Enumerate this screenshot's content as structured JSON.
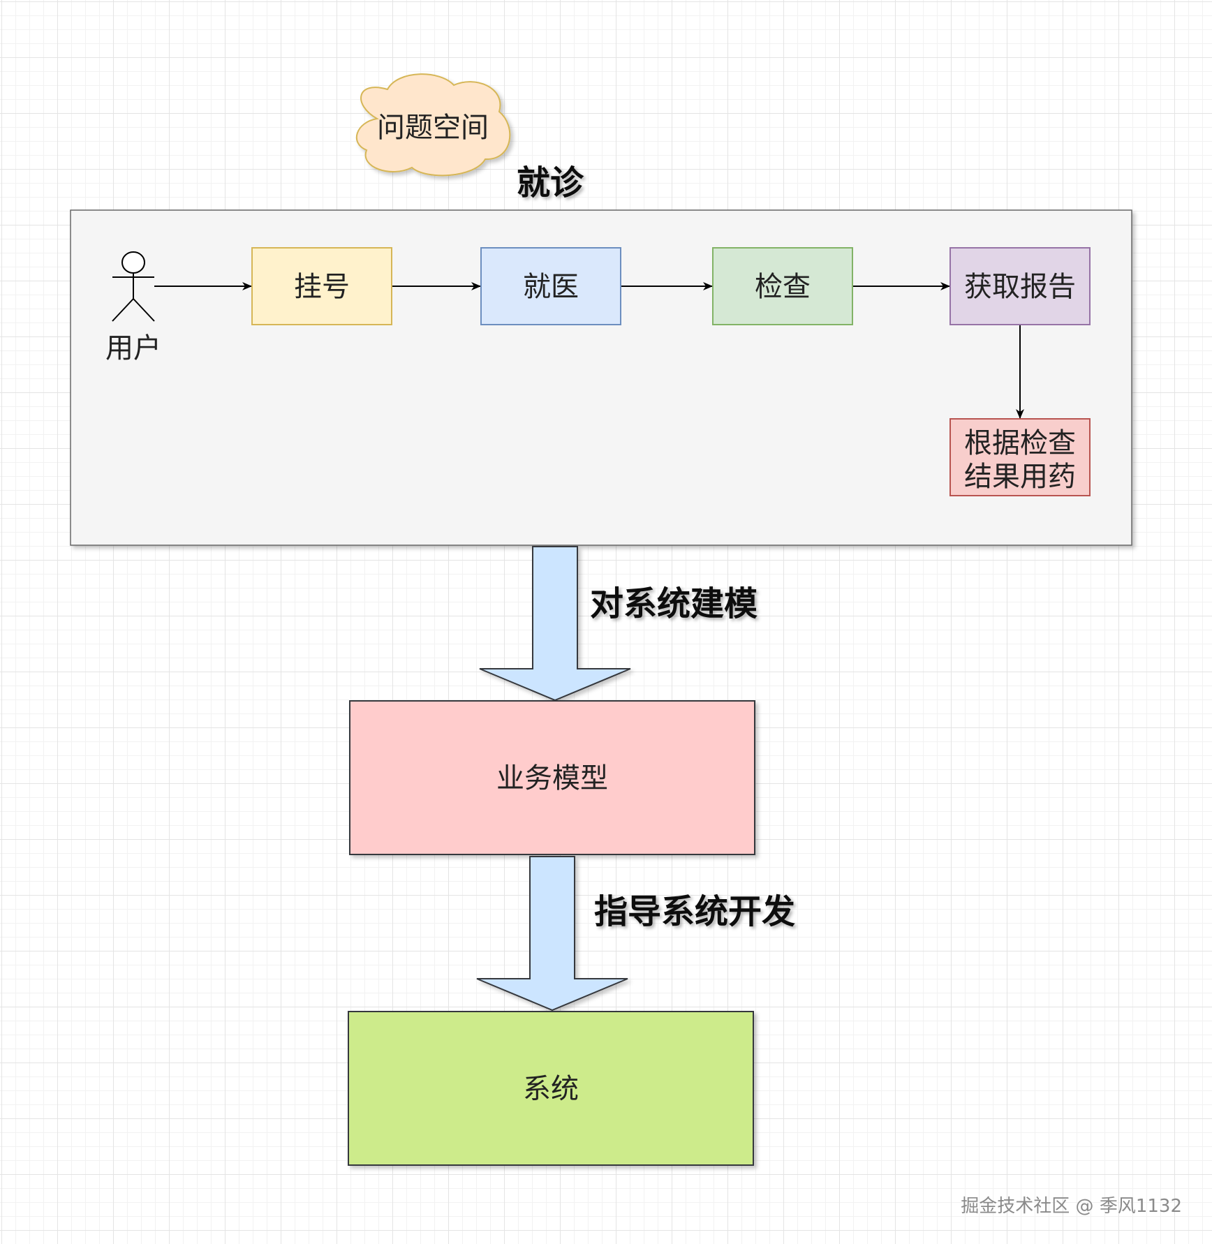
{
  "cloud": {
    "label": "问题空间",
    "fill": "#ffe6cc",
    "stroke": "#d6b656"
  },
  "container": {
    "title": "就诊",
    "fill": "#f5f5f5",
    "stroke": "#666666"
  },
  "actor": {
    "label": "用户"
  },
  "flow": [
    {
      "id": "register",
      "label": "挂号",
      "fill": "#fff2cc",
      "stroke": "#d6b656"
    },
    {
      "id": "visit",
      "label": "就医",
      "fill": "#dae8fc",
      "stroke": "#6c8ebf"
    },
    {
      "id": "exam",
      "label": "检查",
      "fill": "#d5e8d4",
      "stroke": "#82b366"
    },
    {
      "id": "report",
      "label": "获取报告",
      "fill": "#e1d5e7",
      "stroke": "#9673a6"
    }
  ],
  "medication": {
    "line1": "根据检查",
    "line2": "结果用药",
    "fill": "#f8cecc",
    "stroke": "#b85450"
  },
  "arrow_modeling": {
    "label": "对系统建模",
    "fill": "#cce5ff",
    "stroke": "#36393d"
  },
  "business_model": {
    "label": "业务模型",
    "fill": "#ffcccc",
    "stroke": "#36393d"
  },
  "arrow_guide": {
    "label": "指导系统开发",
    "fill": "#cce5ff",
    "stroke": "#36393d"
  },
  "system": {
    "label": "系统",
    "fill": "#cdeb8b",
    "stroke": "#36393d"
  },
  "watermark": "掘金技术社区 @ 季风1132"
}
